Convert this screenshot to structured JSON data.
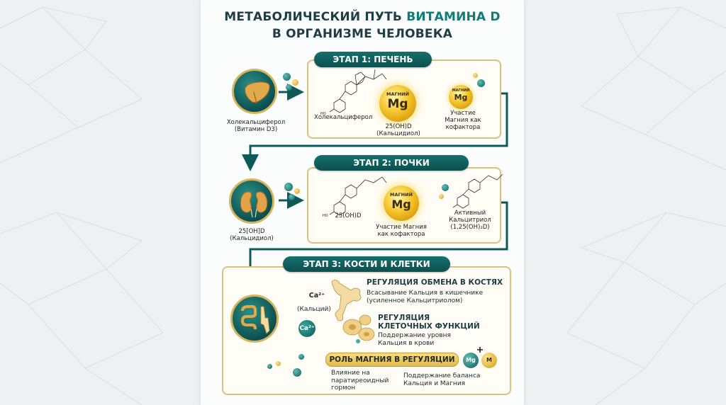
{
  "title": {
    "line1_part1": "МЕТАБОЛИЧЕСКИЙ ПУТЬ ",
    "line1_part2": "ВИТАМИНА D",
    "line2": "В ОРГАНИЗМЕ ЧЕЛОВЕКА"
  },
  "stage1": {
    "pill": "ЭТАП 1: ПЕЧЕНЬ",
    "input_label_line1": "Холекальциферол",
    "input_label_line2": "(Витамин D3)",
    "molecule_label": "Холекальциферол",
    "mg_small": "МАГНИЙ",
    "mg_big": "Mg",
    "product_line1": "25(OH)D",
    "product_line2": "(Кальцидиол)",
    "cofactor_mg_small": "МАГНИЙ",
    "cofactor_mg_big": "Mg",
    "cofactor_line1": "Участие",
    "cofactor_line2": "Магния как",
    "cofactor_line3": "кофактора"
  },
  "stage2": {
    "pill": "ЭТАП 2: ПОЧКИ",
    "input_label_line1": "25[OH]D",
    "input_label_line2": "(Кальцидиол)",
    "molecule_label": "25(OH)D",
    "mg_small": "МАГНИЙ",
    "mg_big": "Mg",
    "cofactor_line1": "Участие Магния",
    "cofactor_line2": "как кофактора",
    "product_line1": "Активный",
    "product_line2": "Кальцитриол",
    "product_line3": "(1,25(OH)₂D)"
  },
  "stage3": {
    "pill": "ЭТАП 3: КОСТИ И КЛЕТКИ",
    "ca_label": "Ca²⁺",
    "ca_caption": "(Кальций)",
    "ca2_label": "Ca²⁺",
    "bone_head": "РЕГУЛЯЦИЯ ОБМЕНА В КОСТЯХ",
    "bone_line1": "Всасывание Кальция в кишечнике",
    "bone_line2": "(усиленное Кальцитриолом)",
    "cell_head1": "РЕГУЛЯЦИЯ",
    "cell_head2": "КЛЕТОЧНЫХ ФУНКЦИЙ",
    "cell_line1": "Поддержание уровня",
    "cell_line2": "Кальция в крови",
    "role_pill": "РОЛЬ МАГНИЯ В РЕГУЛЯЦИИ",
    "role_mg": "Mg",
    "role_m": "M",
    "pth_line1": "Влияние на",
    "pth_line2": "паратиреоидный",
    "pth_line3": "гормон",
    "balance_line1": "Поддержание баланса",
    "balance_line2": "Кальция и Магния"
  },
  "mol_labels": {
    "ho": "HO",
    "h": "H",
    "mg_tag": "Mg",
    "ca_tag": "Ca"
  },
  "colors": {
    "teal_dark": "#0d4f4f",
    "teal": "#15706c",
    "gold": "#d9c27e",
    "mg_gold": "#f4c52a"
  },
  "icons": [
    "liver-icon",
    "kidney-icon",
    "intestine-bone-icon",
    "bone-icon",
    "cell-icon",
    "magnesium-icon",
    "calcium-icon"
  ]
}
